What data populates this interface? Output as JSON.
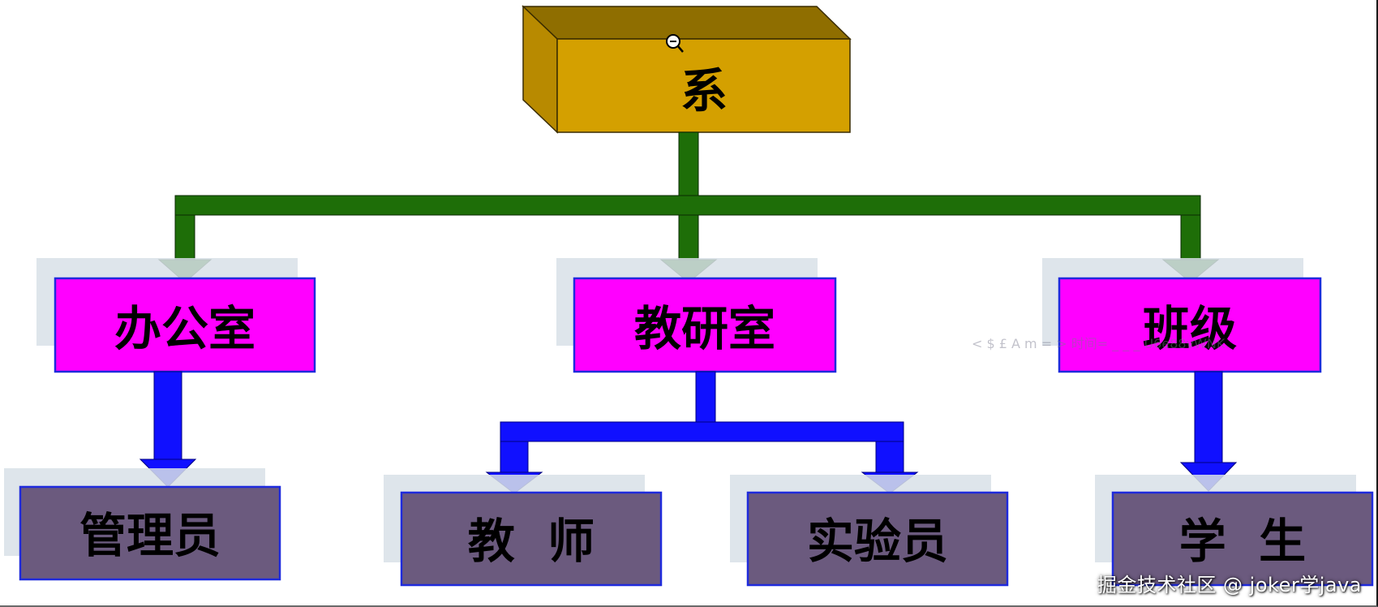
{
  "diagram": {
    "root": {
      "label": "系"
    },
    "level2": [
      {
        "label": "办公室"
      },
      {
        "label": "教研室"
      },
      {
        "label": "班级"
      }
    ],
    "level3": [
      {
        "label": "管理员"
      },
      {
        "label": "教  师"
      },
      {
        "label": "实验员"
      },
      {
        "label": "学  生"
      }
    ]
  },
  "overlay": {
    "faint_text": "< $ £ A m = > 时间= _ _ _ U6e88vWNK",
    "watermark": "掘金技术社区 @ joker学java"
  },
  "colors": {
    "root_front": "#d4a000",
    "root_top": "#8f6e00",
    "root_side": "#b88a00",
    "level2_fill": "#ff00ff",
    "level3_fill": "#6b5a7e",
    "node_border": "#1f2bdc",
    "green_connector": "#1e6e08",
    "blue_connector": "#1010ff",
    "shadow_tint": "#d8e0e8"
  }
}
